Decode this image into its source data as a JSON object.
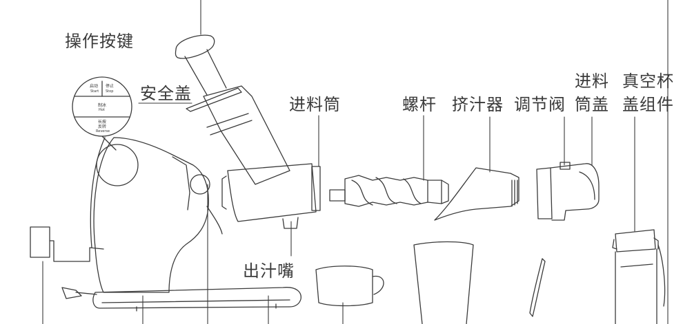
{
  "labels": {
    "control_buttons": "操作按键",
    "safety_cover": "安全盖",
    "feed_tube": "进料筒",
    "auger": "螺杆",
    "juicer_strainer": "挤汁器",
    "regulating_valve": "调节阀",
    "feed_tube_cover_line1": "进料",
    "feed_tube_cover_line2": "筒盖",
    "vacuum_cup_line1": "真空杯",
    "vacuum_cup_line2": "盖组件",
    "juice_outlet": "出汁嘴"
  },
  "control_panel": {
    "start_cn": "启动",
    "start_en": "Start",
    "stop_cn": "停止",
    "stop_en": "Stop",
    "ice_cn": "制冰",
    "ice_en": "Hot",
    "reverse_cn1": "长按",
    "reverse_cn2": "反转",
    "reverse_en": "Reverse"
  },
  "colors": {
    "line": "#3a3a3a",
    "text": "#3a3a3a",
    "background": "#ffffff"
  }
}
